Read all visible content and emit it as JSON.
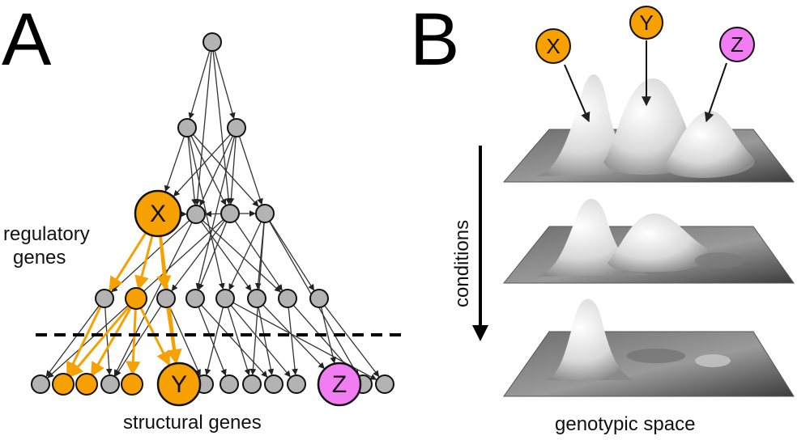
{
  "panel_a": {
    "letter": "A",
    "regulatory_label": [
      "regulatory",
      "genes"
    ],
    "structural_label": "structural genes",
    "nodes": {
      "x": "X",
      "y": "Y",
      "z": "Z"
    }
  },
  "panel_b": {
    "letter": "B",
    "peak_labels": {
      "x": "X",
      "y": "Y",
      "z": "Z"
    },
    "axis_label": "conditions",
    "space_label": "genotypic space"
  },
  "colors": {
    "gene_node": "#b3b3b3",
    "highlight": "#f7a100",
    "gene_z": "#f27df2",
    "edge": "#333333"
  }
}
